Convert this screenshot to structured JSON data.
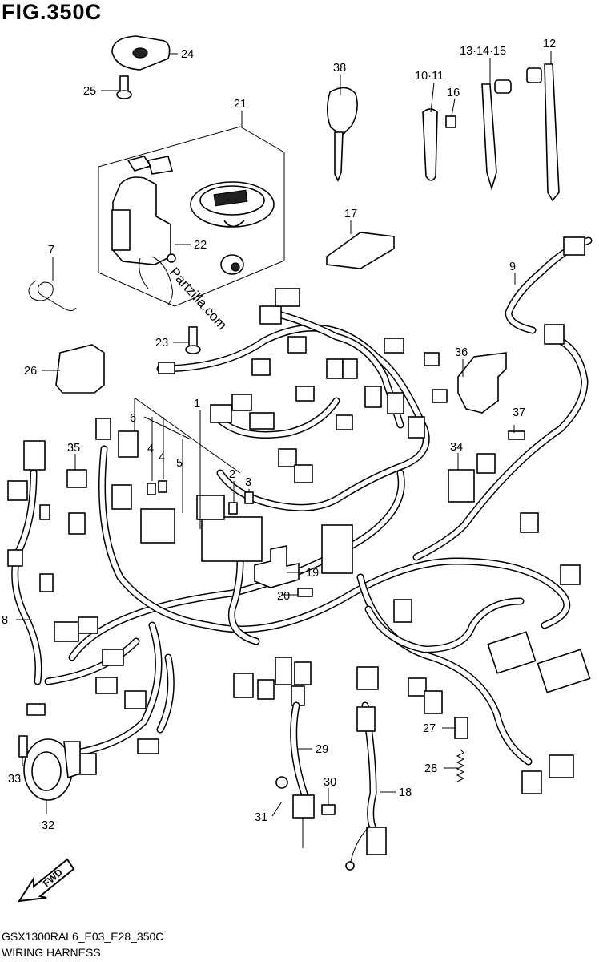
{
  "figure": {
    "title": "FIG.350C",
    "code": "GSX1300RAL6_E03_E28_350C",
    "caption": "WIRING HARNESS",
    "watermark": "Partzilla.com",
    "direction_label": "FWD"
  },
  "callouts": [
    {
      "id": "c24",
      "text": "24"
    },
    {
      "id": "c25",
      "text": "25"
    },
    {
      "id": "c21",
      "text": "21"
    },
    {
      "id": "c22",
      "text": "22"
    },
    {
      "id": "c23",
      "text": "23"
    },
    {
      "id": "c7",
      "text": "7"
    },
    {
      "id": "c26",
      "text": "26"
    },
    {
      "id": "c38",
      "text": "38"
    },
    {
      "id": "c1011",
      "text": "10·11"
    },
    {
      "id": "c16",
      "text": "16"
    },
    {
      "id": "c131415",
      "text": "13·14·15"
    },
    {
      "id": "c12",
      "text": "12"
    },
    {
      "id": "c17",
      "text": "17"
    },
    {
      "id": "c9",
      "text": "9"
    },
    {
      "id": "c36",
      "text": "36"
    },
    {
      "id": "c37",
      "text": "37"
    },
    {
      "id": "c6",
      "text": "6"
    },
    {
      "id": "c1",
      "text": "1"
    },
    {
      "id": "c35",
      "text": "35"
    },
    {
      "id": "c4a",
      "text": "4"
    },
    {
      "id": "c4b",
      "text": "4"
    },
    {
      "id": "c5",
      "text": "5"
    },
    {
      "id": "c2",
      "text": "2"
    },
    {
      "id": "c3",
      "text": "3"
    },
    {
      "id": "c34",
      "text": "34"
    },
    {
      "id": "c19",
      "text": "19"
    },
    {
      "id": "c20",
      "text": "20"
    },
    {
      "id": "c8",
      "text": "8"
    },
    {
      "id": "c27",
      "text": "27"
    },
    {
      "id": "c29",
      "text": "29"
    },
    {
      "id": "c28",
      "text": "28"
    },
    {
      "id": "c30",
      "text": "30"
    },
    {
      "id": "c18",
      "text": "18"
    },
    {
      "id": "c31",
      "text": "31"
    },
    {
      "id": "c33",
      "text": "33"
    },
    {
      "id": "c32",
      "text": "32"
    }
  ]
}
